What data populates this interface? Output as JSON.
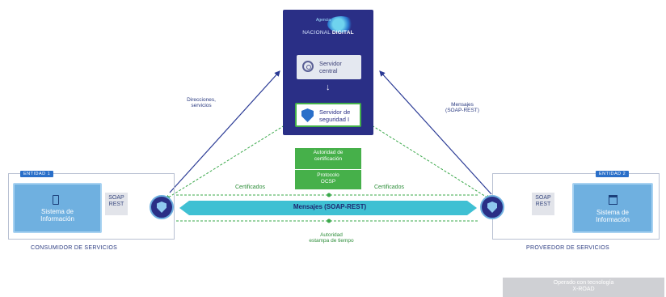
{
  "colors": {
    "navy": "#2a2f86",
    "blue": "#2a6fc9",
    "light_blue": "#6fb0e0",
    "green": "#46b04a",
    "teal": "#3fc0d3",
    "gray": "#cfd0d4"
  },
  "logo": {
    "small_text": "Agencia",
    "text_part1": "NACIONAL",
    "text_part2": "DIGITAL"
  },
  "central_server": {
    "label_line1": "Servidor",
    "label_line2": "central"
  },
  "security_server": {
    "label_line1": "Servidor de",
    "label_line2": "seguridad I"
  },
  "cert_authority": {
    "line1": "Autoridad de",
    "line2": "certificación"
  },
  "ocsp": {
    "line1": "Protocolo",
    "line2": "OCSP"
  },
  "labels": {
    "directions": {
      "line1": "Direcciones,",
      "line2": "servicios"
    },
    "messages_top": {
      "line1": "Mensajes",
      "line2": "(SOAP-REST)"
    },
    "certificates_left": "Certificados",
    "certificates_right": "Certificados",
    "messages_main": "Mensajes (SOAP-REST)",
    "time_authority": {
      "line1": "Autoridad",
      "line2": "estampa de tiempo"
    }
  },
  "entity1": {
    "tag": "ENTIDAD 1",
    "system": {
      "line1": "Sistema de",
      "line2": "Información"
    },
    "protocol": {
      "line1": "SOAP",
      "line2": "REST"
    },
    "role": "CONSUMIDOR DE SERVICIOS"
  },
  "entity2": {
    "tag": "ENTIDAD 2",
    "system": {
      "line1": "Sistema de",
      "line2": "Información"
    },
    "protocol": {
      "line1": "SOAP",
      "line2": "REST"
    },
    "role": "PROVEEDOR DE SERVICIOS"
  },
  "footer": {
    "line1": "Operado con tecnología",
    "line2": "X-ROAD"
  }
}
